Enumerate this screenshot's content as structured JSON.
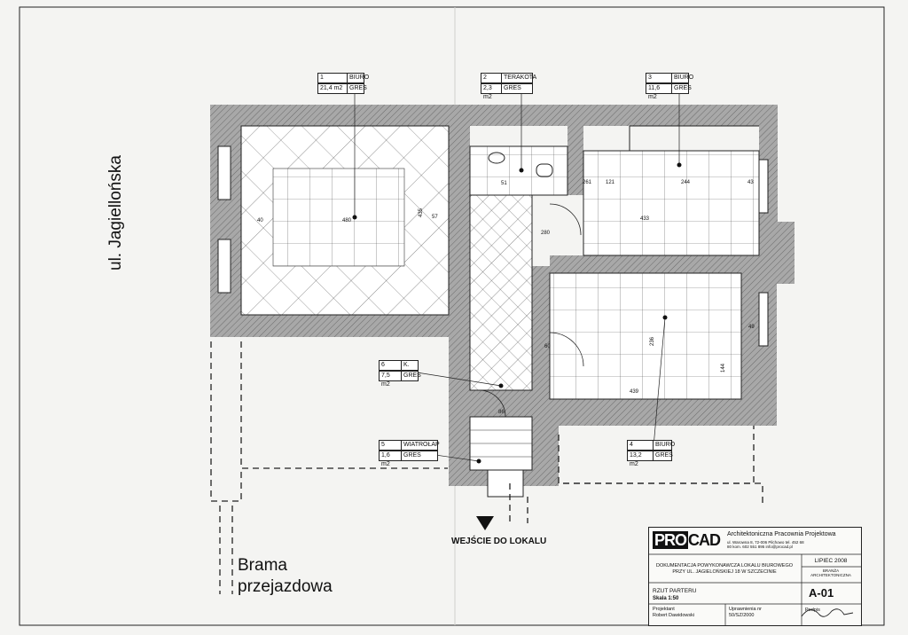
{
  "street_label": "ul. Jagiellońska",
  "gate_label_1": "Brama",
  "gate_label_2": "przejazdowa",
  "entrance_label": "WEJŚCIE DO LOKALU",
  "rooms": [
    {
      "no": "1",
      "name": "BIURO",
      "area": "21,4 m2",
      "floor": "GRES"
    },
    {
      "no": "2",
      "name": "TERAKOTA",
      "area": "2,3 m2",
      "floor": "GRES"
    },
    {
      "no": "3",
      "name": "BIURO",
      "area": "11,6 m2",
      "floor": "GRES"
    },
    {
      "no": "6",
      "name": "K.",
      "area": "7,5 m2",
      "floor": "GRES"
    },
    {
      "no": "5",
      "name": "WIATROŁAP",
      "area": "1,6 m2",
      "floor": "GRES"
    },
    {
      "no": "4",
      "name": "BIURO",
      "area": "13,2 m2",
      "floor": "GRES"
    }
  ],
  "dimensions": {
    "d480": "480",
    "d435": "435",
    "d433": "433",
    "d244": "244",
    "d439": "439",
    "d236": "236",
    "d144": "144",
    "d121": "121",
    "d261": "261",
    "d60": "60",
    "d280": "280",
    "d51": "51",
    "d43": "43",
    "d57": "57",
    "d86": "86",
    "d49": "49",
    "d40": "40"
  },
  "title_block": {
    "logo_pro": "PRO",
    "logo_cad": "CAD",
    "firm": "Architektoniczna Pracownia Projektowa",
    "address": "ul. Warowna 8, 72-006 Pilchowo tel. 452 68 80 kom. 602 551 895 info@procad.pl",
    "description": "DOKUMENTACJA POWYKONAWCZA LOKALU BIUROWEGO PRZY UL. JAGIELOŃSKIEJ 18 W SZCZECINIE",
    "date": "LIPIEC 2008",
    "branch": "BRANŻA ARCHITEKTONICZNA",
    "drawing": "RZUT PARTERU",
    "scale": "Skala 1:50",
    "sheet_no": "A-01",
    "designer_label": "Projektant",
    "designer": "Robert Dawidowski",
    "permission_label": "Uprawnienia nr",
    "permission": "50/SZ/2000",
    "signature_label": "Podpis"
  },
  "colors": {
    "wall": "#9c9c9c",
    "line": "#1a1a1a",
    "paper": "#f4f4f2"
  }
}
